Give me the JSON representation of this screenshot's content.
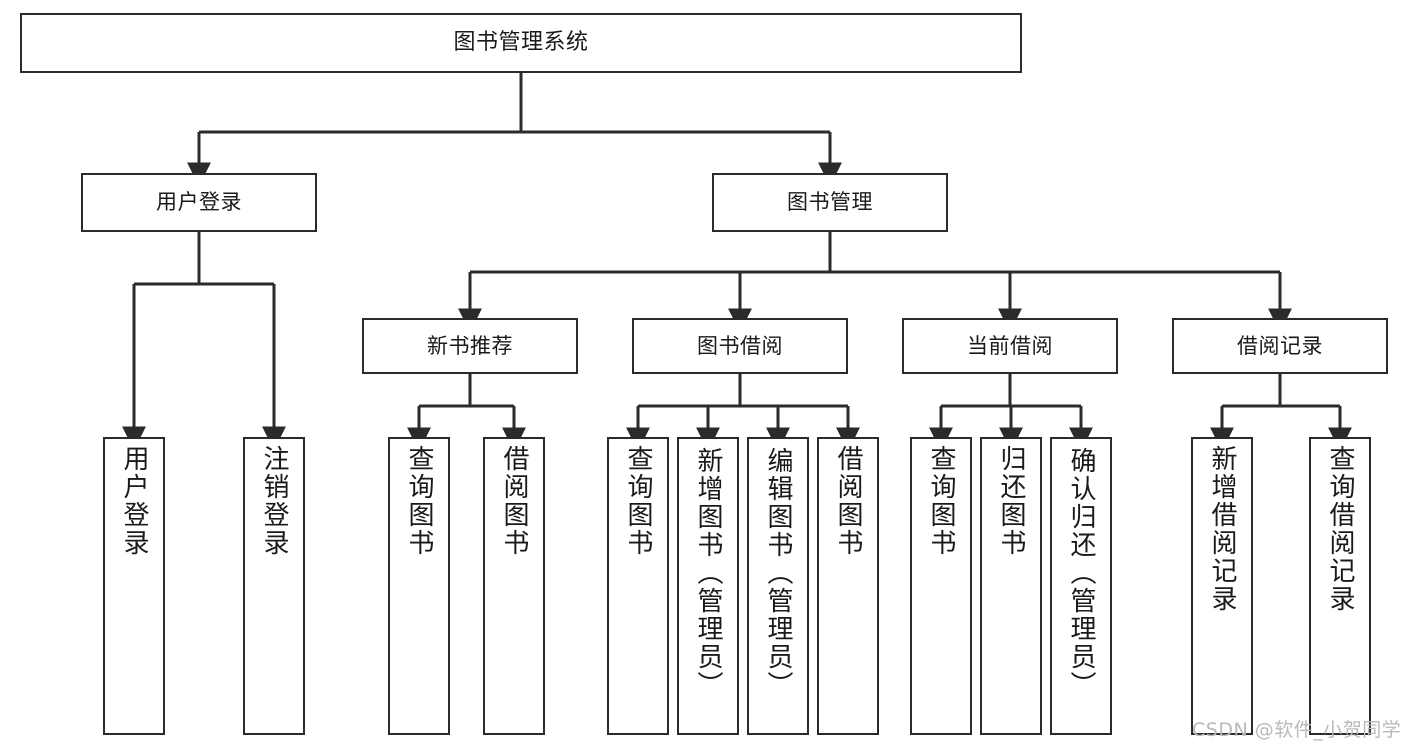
{
  "diagram": {
    "title": "图书管理系统",
    "type": "tree-hierarchy-diagram",
    "watermark": "CSDN @软件_小贺同学",
    "colors": {
      "stroke": "#2b2b2b",
      "fill": "#ffffff",
      "text": "#1a1a1a",
      "watermark": "#b9b9b9"
    },
    "root": {
      "label": "图书管理系统"
    },
    "level1": [
      {
        "label": "用户登录"
      },
      {
        "label": "图书管理"
      }
    ],
    "level2": [
      {
        "label": "新书推荐"
      },
      {
        "label": "图书借阅"
      },
      {
        "label": "当前借阅"
      },
      {
        "label": "借阅记录"
      }
    ],
    "leaves": {
      "user_login": [
        {
          "label": "用户登录"
        },
        {
          "label": "注销登录"
        }
      ],
      "new_book_recommend": [
        {
          "label": "查询图书"
        },
        {
          "label": "借阅图书"
        }
      ],
      "book_borrow": [
        {
          "label": "查询图书"
        },
        {
          "label": "新增图书（管理员）"
        },
        {
          "label": "编辑图书（管理员）"
        },
        {
          "label": "借阅图书"
        }
      ],
      "current_borrow": [
        {
          "label": "查询图书"
        },
        {
          "label": "归还图书"
        },
        {
          "label": "确认归还（管理员）"
        }
      ],
      "borrow_record": [
        {
          "label": "新增借阅记录"
        },
        {
          "label": "查询借阅记录"
        }
      ]
    }
  }
}
